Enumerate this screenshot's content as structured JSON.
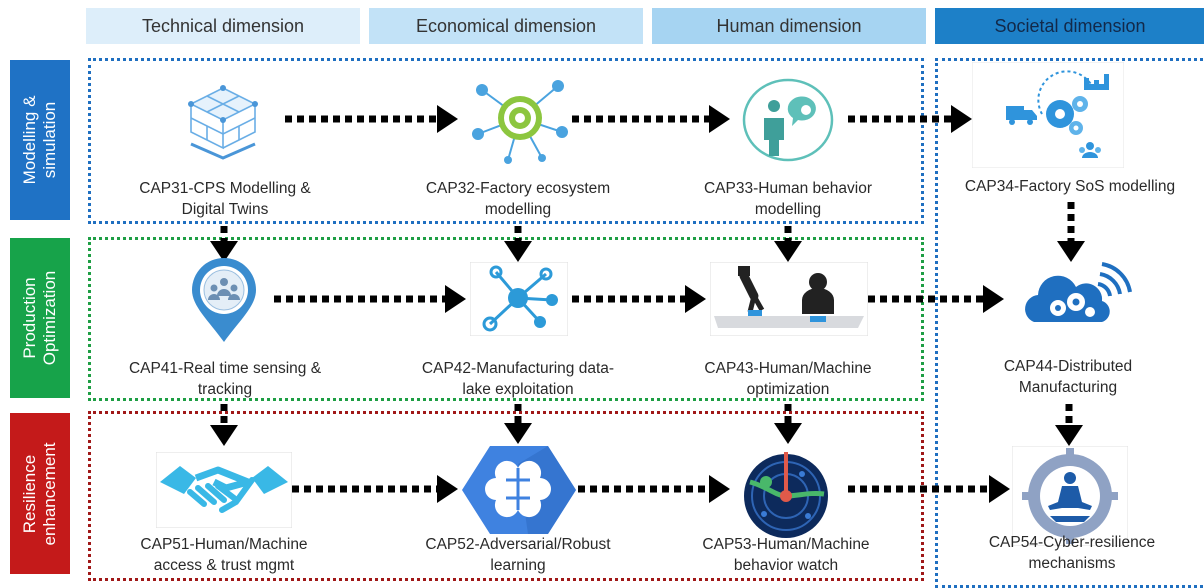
{
  "headers": [
    {
      "label": "Technical dimension",
      "color": "#ddeefa"
    },
    {
      "label": "Economical dimension",
      "color": "#c2e2f7"
    },
    {
      "label": "Human dimension",
      "color": "#a6d4f2"
    },
    {
      "label": "Societal dimension",
      "color": "#1d80c8"
    }
  ],
  "rows": [
    {
      "label": "Modelling &\nsimulation",
      "color": "#1f72c5"
    },
    {
      "label": "Production\nOptimization",
      "color": "#17a34a"
    },
    {
      "label": "Resilience\nenhancement",
      "color": "#c41a1a"
    }
  ],
  "caps": {
    "cap31": {
      "line1": "CAP31-CPS Modelling &",
      "line2": "Digital Twins"
    },
    "cap32": {
      "line1": "CAP32-Factory ecosystem",
      "line2": "modelling"
    },
    "cap33": {
      "line1": "CAP33-Human behavior",
      "line2": "modelling"
    },
    "cap34": {
      "line1": "CAP34-Factory SoS modelling",
      "line2": ""
    },
    "cap41": {
      "line1": "CAP41-Real  time sensing &",
      "line2": "tracking"
    },
    "cap42": {
      "line1": "CAP42-Manufacturing data-",
      "line2": "lake exploitation"
    },
    "cap43": {
      "line1": "CAP43-Human/Machine",
      "line2": "optimization"
    },
    "cap44": {
      "line1": "CAP44-Distributed",
      "line2": "Manufacturing"
    },
    "cap51": {
      "line1": "CAP51-Human/Machine",
      "line2": "access & trust mgmt"
    },
    "cap52": {
      "line1": "CAP52-Adversarial/Robust",
      "line2": "learning"
    },
    "cap53": {
      "line1": "CAP53-Human/Machine",
      "line2": "behavior watch"
    },
    "cap54": {
      "line1": "CAP54-Cyber-resilience",
      "line2": "mechanisms"
    }
  },
  "icons": {
    "cap31": "cube-grid-icon",
    "cap32": "gear-network-icon",
    "cap33": "person-speech-icon",
    "cap34": "truck-gears-factory-icon",
    "cap41": "location-pin-people-icon",
    "cap42": "network-nodes-icon",
    "cap43": "robot-arm-person-icon",
    "cap44": "cloud-gears-wifi-icon",
    "cap51": "handshake-icon",
    "cap52": "brain-ai-icon",
    "cap53": "behavior-radar-icon",
    "cap54": "meditation-gear-icon"
  }
}
